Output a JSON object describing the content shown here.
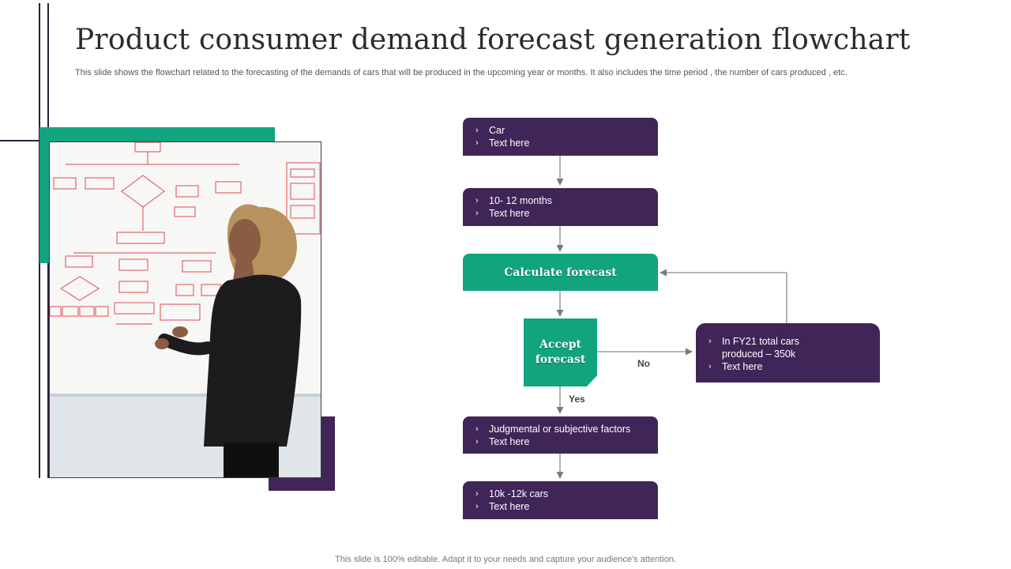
{
  "header": {
    "title": "Product consumer demand forecast generation flowchart",
    "subtitle": "This slide shows the flowchart related to the forecasting of the demands of cars that will be produced in the upcoming year or months.  It also includes the time period , the number of cars produced  , etc."
  },
  "flow": {
    "bullet": "›",
    "box1": {
      "line1": "Car",
      "line2": "Text here"
    },
    "box2": {
      "line1": "10- 12 months",
      "line2": "Text here"
    },
    "calculate": "Calculate forecast",
    "accept_line1": "Accept",
    "accept_line2": "forecast",
    "no_label": "No",
    "yes_label": "Yes",
    "side_box": {
      "line1": "In FY21 total cars",
      "line1b": "produced – 350k",
      "line2": "Text here"
    },
    "box3": {
      "line1": "Judgmental  or subjective factors",
      "line2": "Text here"
    },
    "box4": {
      "line1": "10k -12k cars",
      "line2": "Text here"
    }
  },
  "footer": {
    "text": "This slide is 100% editable. Adapt it to your needs and capture your audience's attention."
  },
  "colors": {
    "purple": "#3f2558",
    "green": "#12a37f",
    "accent_line": "#2d2038"
  }
}
